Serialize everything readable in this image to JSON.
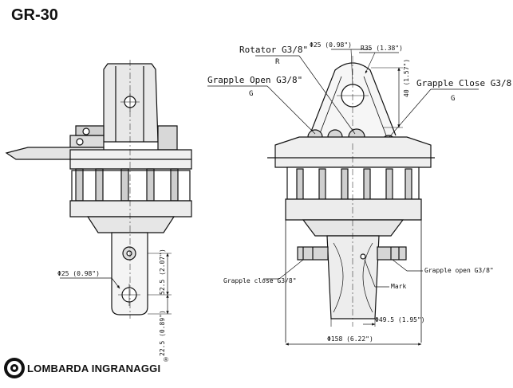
{
  "page": {
    "model_title": "GR-30",
    "brand": "LOMBARDA INGRANAGGI",
    "registered_mark": "®"
  },
  "left_view": {
    "dim_pin_diameter": "Φ25 (0.98\")",
    "dim_vertical_1": "52.5 (2.07\")",
    "dim_vertical_2": "22.5 (0.89\")"
  },
  "right_view": {
    "label_rotator": "Rotator G3/8\"",
    "symbol_rotator": "R",
    "label_grapple_open_top": "Grapple Open G3/8\"",
    "symbol_grapple_open": "G",
    "label_grapple_close_top": "Grapple Close G3/8\"",
    "symbol_grapple_close": "G",
    "dim_hole": "Φ25 (0.98\")",
    "dim_radius": "R35 (1.38\")",
    "dim_height": "40 (1.57\")",
    "label_grapple_close_bottom": "Grapple close G3/8\"",
    "label_grapple_open_bottom": "Grapple open G3/8\"",
    "label_mark": "Mark",
    "dim_shaft": "Φ49.5 (1.95\")",
    "dim_body": "Φ158 (6.22\")"
  }
}
